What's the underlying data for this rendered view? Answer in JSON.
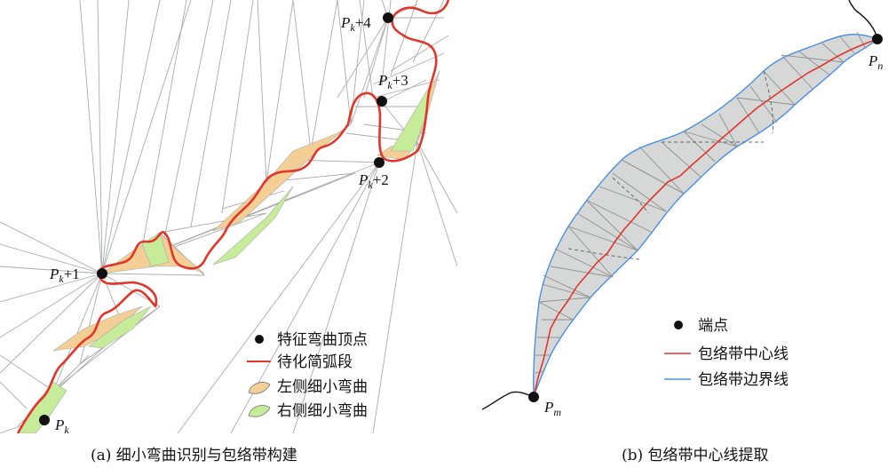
{
  "panel_a": {
    "caption": "(a) 细小弯曲识别与包络带构建",
    "points": [
      {
        "id": "pk",
        "base": "P",
        "sub": "k",
        "suffix": ""
      },
      {
        "id": "pk1",
        "base": "P",
        "sub": "k",
        "suffix": "+1"
      },
      {
        "id": "pk2",
        "base": "P",
        "sub": "k",
        "suffix": "+2"
      },
      {
        "id": "pk3",
        "base": "P",
        "sub": "k",
        "suffix": "+3"
      },
      {
        "id": "pk4",
        "base": "P",
        "sub": "k",
        "suffix": "+4"
      }
    ],
    "legend": [
      {
        "id": "vertex",
        "label": "特征弯曲顶点"
      },
      {
        "id": "arc",
        "label": "待化简弧段"
      },
      {
        "id": "left",
        "label": "左侧细小弯曲"
      },
      {
        "id": "right",
        "label": "右侧细小弯曲"
      }
    ]
  },
  "panel_b": {
    "caption": "(b) 包络带中心线提取",
    "points": [
      {
        "id": "pm",
        "base": "P",
        "sub": "m"
      },
      {
        "id": "pn",
        "base": "P",
        "sub": "n"
      }
    ],
    "legend": [
      {
        "id": "endpoint",
        "label": "端点"
      },
      {
        "id": "centerline",
        "label": "包络带中心线"
      },
      {
        "id": "boundary",
        "label": "包络带边界线"
      }
    ]
  },
  "colors": {
    "arc_red": "#e0362a",
    "left_fill": "#f3cf95",
    "right_fill": "#c6ec9a",
    "tri_gray": "#a9abab",
    "band_fill": "#d6d8d8",
    "boundary_blue": "#4a90e2",
    "point_black": "#111111"
  }
}
